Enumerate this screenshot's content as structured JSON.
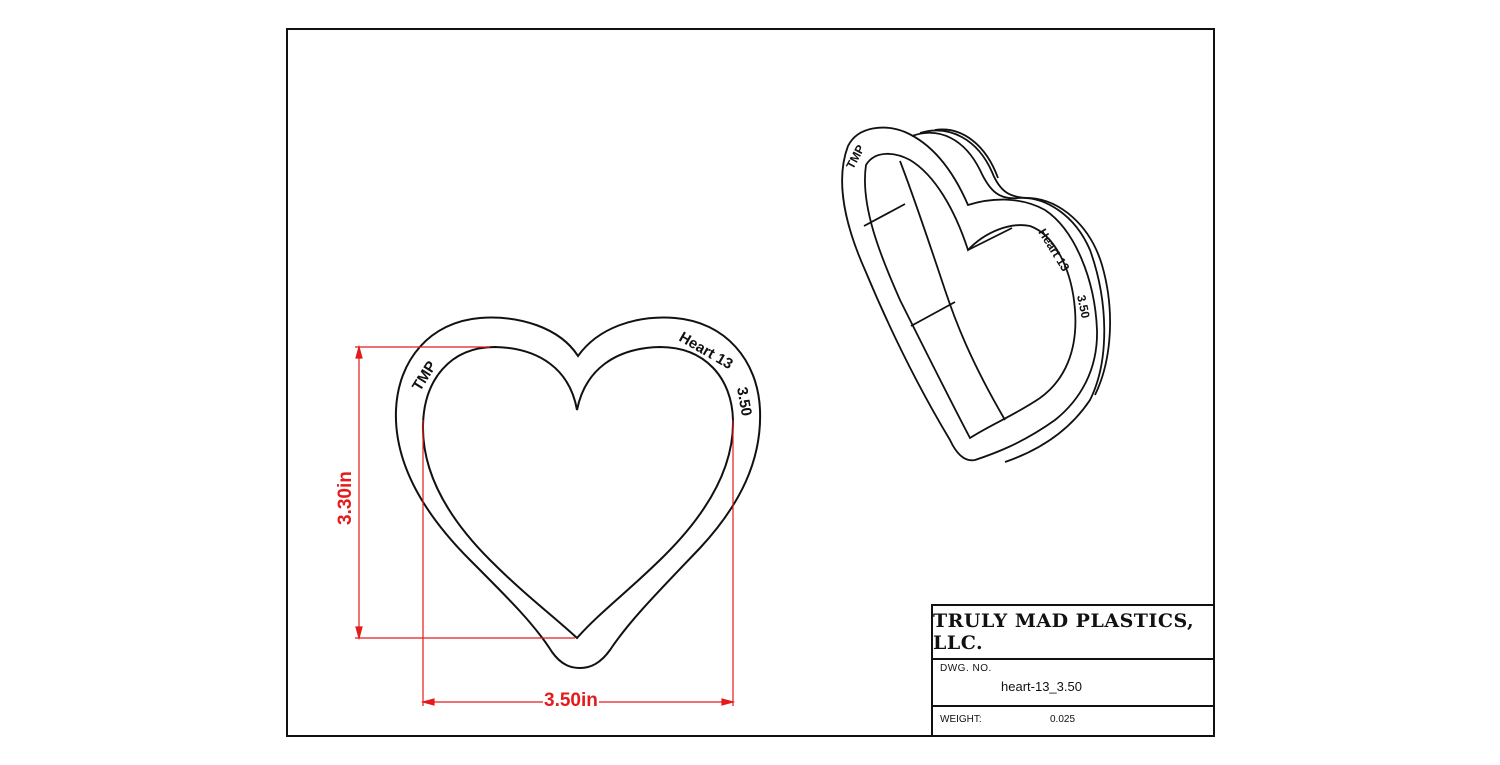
{
  "drawing": {
    "views": [
      {
        "id": "top-view",
        "type": "2D outline",
        "engraving": {
          "left_text": "TMP",
          "right_text": "Heart 13  3.50"
        }
      },
      {
        "id": "isometric-view",
        "type": "3D isometric",
        "engraving": {
          "left_text": "TMP",
          "right_text": "Heart 13  3.50"
        }
      }
    ],
    "dimensions": {
      "height": "3.30in",
      "width": "3.50in",
      "color": "#e31b1b"
    }
  },
  "title_block": {
    "company": "TRULY MAD PLASTICS, LLC.",
    "dwg_no_label": "DWG.  NO.",
    "dwg_no_value": "heart-13_3.50",
    "weight_label": "WEIGHT:",
    "weight_value": "0.025"
  },
  "colors": {
    "line": "#111111",
    "dimension": "#e31b1b",
    "background": "#ffffff"
  }
}
